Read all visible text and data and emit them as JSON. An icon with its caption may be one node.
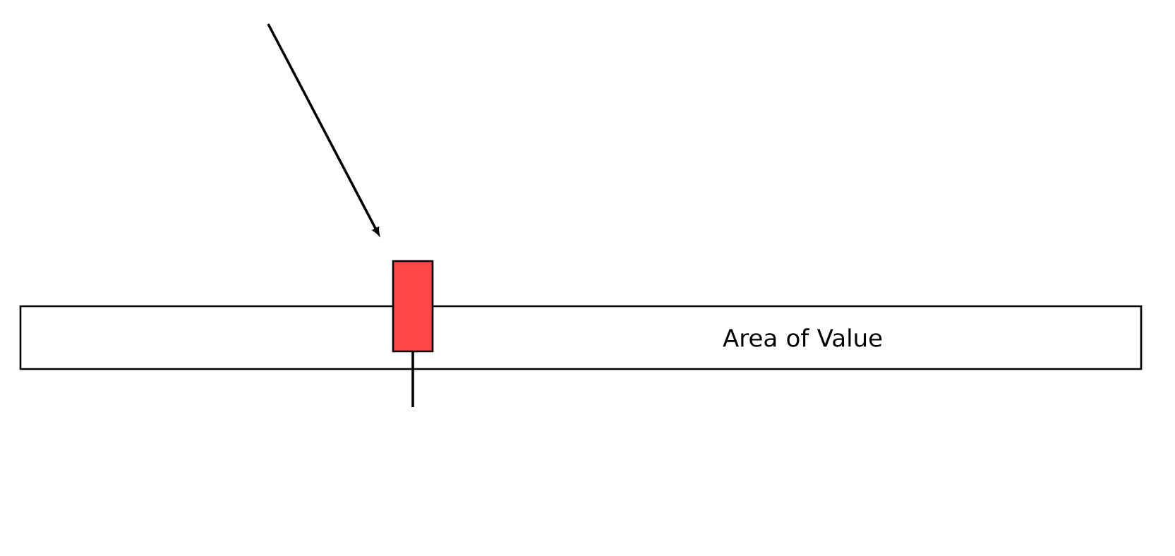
{
  "diagram": {
    "nodes": [
      {
        "text": [
          "Area of Value"
        ]
      },
      {
        "text": [],
        "shape": "bar"
      }
    ],
    "edges": [
      {
        "from": null,
        "to": 1,
        "arrow": "to"
      }
    ]
  }
}
